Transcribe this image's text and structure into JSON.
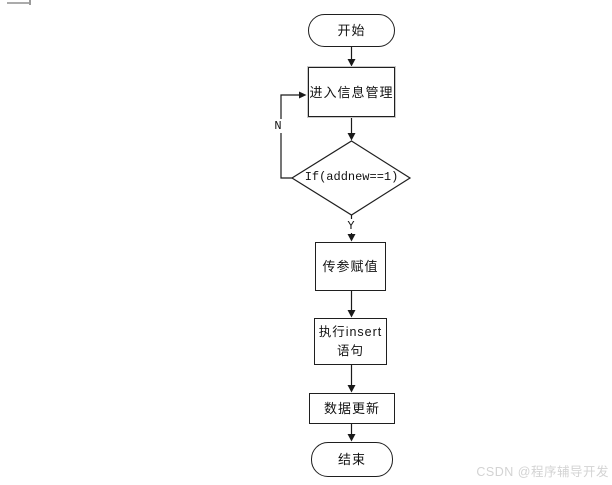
{
  "flowchart": {
    "nodes": {
      "start": {
        "type": "terminator",
        "label": "开始"
      },
      "enter_info": {
        "type": "process",
        "label": "进入信息管理"
      },
      "decision": {
        "type": "decision",
        "label": "If(addnew==1)"
      },
      "assign_params": {
        "type": "process",
        "label": "传参赋值"
      },
      "execute_insert": {
        "type": "process",
        "label": "执行insert\n语句"
      },
      "data_update": {
        "type": "process",
        "label": "数据更新"
      },
      "end": {
        "type": "terminator",
        "label": "结束"
      }
    },
    "branch_labels": {
      "no": "N",
      "yes": "Y"
    }
  },
  "watermark": {
    "text": "CSDN @程序辅导开发",
    "color": "#d3d3d3"
  },
  "colors": {
    "background": "#ffffff",
    "line": "#1a1a1a",
    "box_border": "#1f1f1f",
    "selection_fringe": "#c9c9c9",
    "corner_mark": "#ababab"
  }
}
